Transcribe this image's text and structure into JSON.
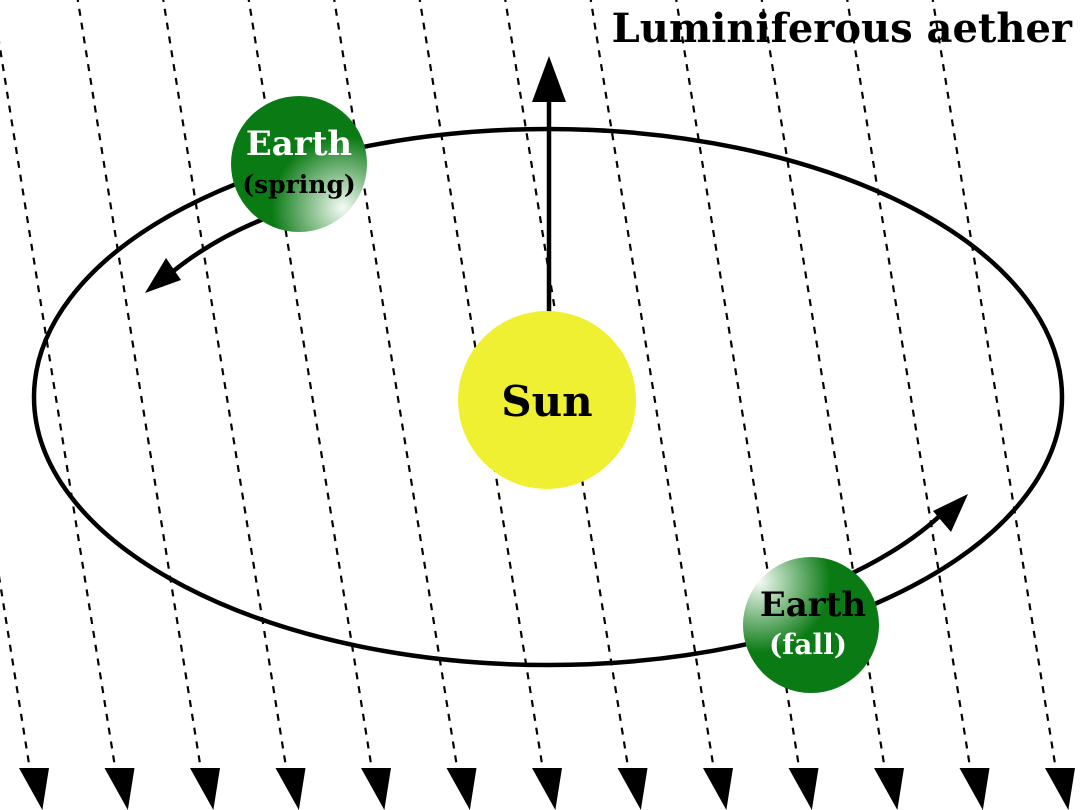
{
  "title": "Luminiferous aether",
  "sun": {
    "label": "Sun",
    "color": "#f0f032"
  },
  "earth_spring": {
    "label": "Earth",
    "season": "(spring)",
    "color_dark": "#0a7a14",
    "color_light": "#f4fbf4"
  },
  "earth_fall": {
    "label": "Earth",
    "season": "(fall)",
    "color_dark": "#0a7a14",
    "color_light": "#f4fbf4"
  },
  "orbit_stroke": "#000000",
  "aether_lines": {
    "style": "dashed",
    "direction": "down",
    "count": 13
  }
}
